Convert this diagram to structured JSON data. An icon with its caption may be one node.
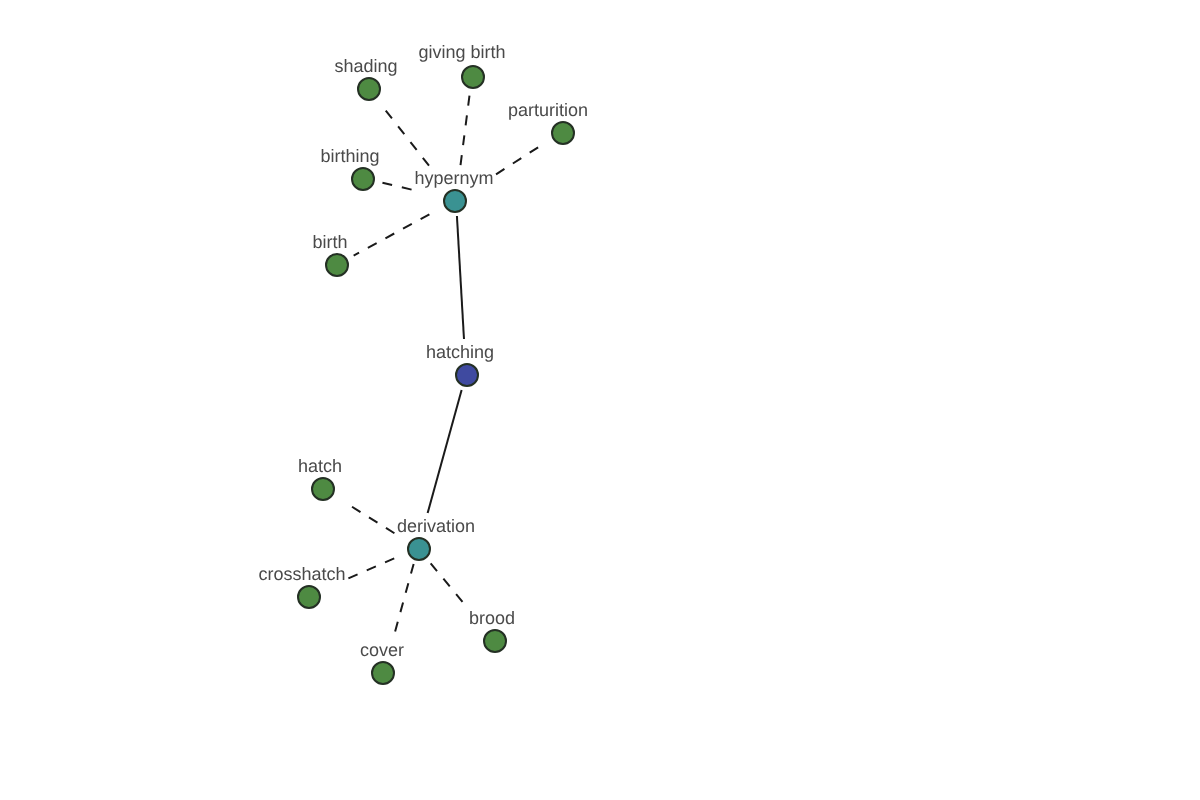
{
  "diagram": {
    "nodes": [
      {
        "text": [
          "giving birth"
        ]
      },
      {
        "text": [
          "shading"
        ]
      },
      {
        "text": [
          "parturition"
        ]
      },
      {
        "text": [
          "birthing"
        ]
      },
      {
        "text": [
          "hypernym"
        ]
      },
      {
        "text": [
          "birth"
        ]
      },
      {
        "text": [
          "hatching"
        ]
      },
      {
        "text": [
          "hatch"
        ]
      },
      {
        "text": [
          "derivation"
        ]
      },
      {
        "text": [
          "crosshatch"
        ]
      },
      {
        "text": [
          "brood"
        ]
      },
      {
        "text": [
          "cover"
        ]
      }
    ],
    "edges": [
      {
        "from": 6,
        "to": 4,
        "arrow": "none"
      },
      {
        "from": 6,
        "to": 8,
        "arrow": "none"
      },
      {
        "from": 4,
        "to": 0,
        "arrow": "none",
        "style": "dashed"
      },
      {
        "from": 4,
        "to": 1,
        "arrow": "none",
        "style": "dashed"
      },
      {
        "from": 4,
        "to": 2,
        "arrow": "none",
        "style": "dashed"
      },
      {
        "from": 4,
        "to": 3,
        "arrow": "none",
        "style": "dashed"
      },
      {
        "from": 4,
        "to": 5,
        "arrow": "none",
        "style": "dashed"
      },
      {
        "from": 8,
        "to": 7,
        "arrow": "none",
        "style": "dashed"
      },
      {
        "from": 8,
        "to": 9,
        "arrow": "none",
        "style": "dashed"
      },
      {
        "from": 8,
        "to": 10,
        "arrow": "none",
        "style": "dashed"
      },
      {
        "from": 8,
        "to": 11,
        "arrow": "none",
        "style": "dashed"
      }
    ]
  }
}
